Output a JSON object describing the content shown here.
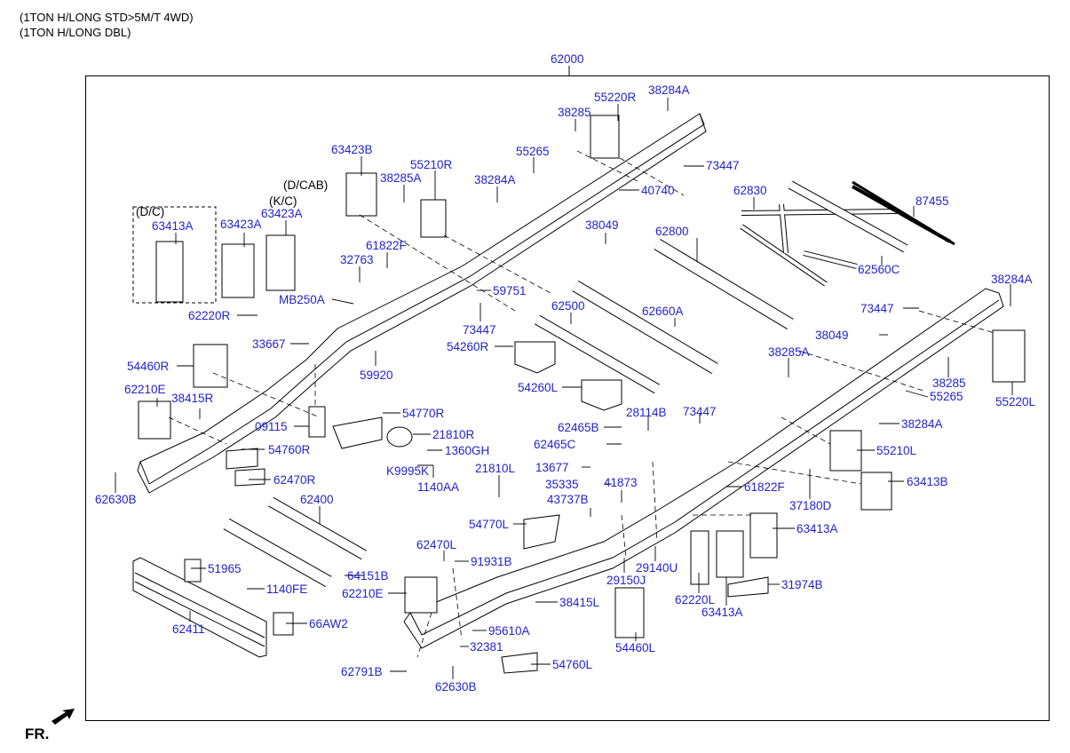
{
  "header": {
    "line1": "(1TON H/LONG STD>5M/T 4WD)",
    "line2": "(1TON H/LONG DBL)"
  },
  "assembly_number": "62000",
  "variant_labels": {
    "dc": "(D/C)",
    "kc": "(K/C)",
    "dcab": "(D/CAB)"
  },
  "direction_label": "FR.",
  "part_labels": [
    "55220R",
    "38284A",
    "38285",
    "73447",
    "55265",
    "40740",
    "63423B",
    "55210R",
    "38285A",
    "38284A",
    "62830",
    "87455",
    "62560C",
    "38049",
    "62800",
    "63423A",
    "63413A",
    "63423A",
    "61822F",
    "32763",
    "59751",
    "62220R",
    "MB250A",
    "73447",
    "62500",
    "62660A",
    "54260R",
    "33667",
    "59920",
    "54460R",
    "54260L",
    "62210E",
    "38415R",
    "09115",
    "54770R",
    "21810R",
    "1360GH",
    "K9995K",
    "1140AA",
    "54760R",
    "62470R",
    "62630B",
    "21810L",
    "13677",
    "35335",
    "41873",
    "43737B",
    "54770L",
    "62465B",
    "28114B",
    "62465C",
    "73447",
    "38284A",
    "38049",
    "38285A",
    "38285",
    "55265",
    "38284A",
    "55220L",
    "55210L",
    "61822F",
    "37180D",
    "63413B",
    "63413A",
    "62220L",
    "31974B",
    "63413A",
    "29140U",
    "29150J",
    "62400",
    "64151B",
    "51965",
    "1140FE",
    "62411",
    "66AW2",
    "62470L",
    "91931B",
    "62210E",
    "38415L",
    "54460L",
    "95610A",
    "32381",
    "54760L",
    "62791B",
    "62630B"
  ]
}
